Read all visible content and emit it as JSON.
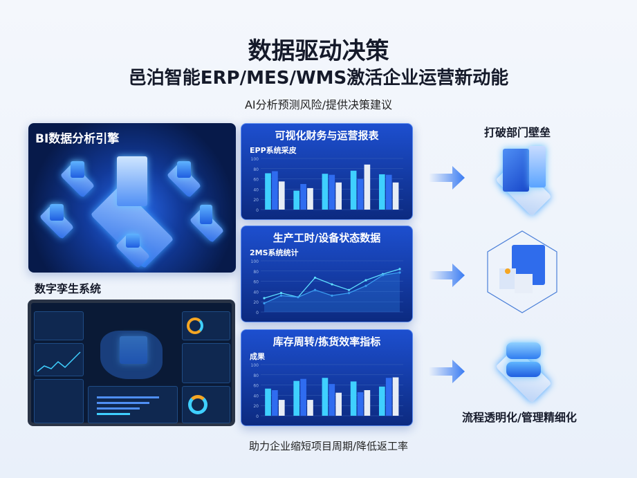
{
  "header": {
    "title": "数据驱动决策",
    "subtitle": "邑泊智能ERP/MES/WMS激活企业运营新动能",
    "tagline": "AI分析预测风险/提供决策建议"
  },
  "left": {
    "bi_title": "BI数据分析引擎",
    "twin_label": "数字孪生系统"
  },
  "colors": {
    "background": "#eef3fa",
    "card_blue": "#1d4fcf",
    "accent_cyan": "#3fd0ff",
    "arrow": "#3b7cf2"
  },
  "panels": [
    {
      "title": "可视化财务与运营报表",
      "subtitle": "EPP系统采皮"
    },
    {
      "title": "生产工时/设备状态数据",
      "subtitle": "2MS系统统计"
    },
    {
      "title": "库存周转/拣货效率指标",
      "subtitle": "成果"
    }
  ],
  "right": {
    "top_label": "打破部门壁垒",
    "bottom_label": "流程透明化/管理精细化",
    "icons": [
      "server-books-icon",
      "dashboard-hexagon-icon",
      "stacked-layers-icon"
    ]
  },
  "footer": {
    "text": "助力企业缩短项目周期/降低返工率"
  },
  "chart_data": [
    {
      "type": "bar",
      "ylim": [
        0,
        100
      ],
      "grid": true,
      "series": [
        {
          "values": [
            71,
            37,
            70,
            76,
            69
          ]
        },
        {
          "values": [
            75,
            50,
            68,
            60,
            68
          ]
        },
        {
          "values": [
            55,
            42,
            53,
            88,
            53
          ]
        }
      ]
    },
    {
      "type": "line",
      "ylim": [
        0,
        100
      ],
      "grid": true,
      "series": [
        {
          "values": [
            27,
            37,
            29,
            67,
            54,
            43,
            62,
            74,
            84
          ]
        },
        {
          "values": [
            17,
            32,
            29,
            43,
            32,
            37,
            51,
            72,
            77
          ]
        }
      ]
    },
    {
      "type": "bar",
      "ylim": [
        0,
        100
      ],
      "grid": true,
      "series": [
        {
          "values": [
            53,
            68,
            74,
            67,
            57
          ]
        },
        {
          "values": [
            50,
            72,
            62,
            46,
            74
          ]
        },
        {
          "values": [
            31,
            31,
            45,
            50,
            75
          ]
        }
      ]
    }
  ]
}
